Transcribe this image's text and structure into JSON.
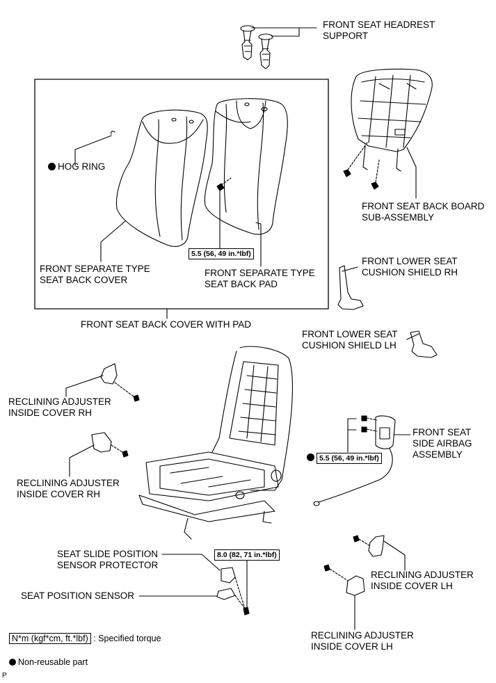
{
  "labels": {
    "headrest_support": [
      "FRONT SEAT HEADREST",
      "SUPPORT"
    ],
    "hog_ring": "HOG RING",
    "back_board": [
      "FRONT SEAT BACK BOARD",
      "SUB-ASSEMBLY"
    ],
    "separate_cover": [
      "FRONT SEPARATE TYPE",
      "SEAT BACK COVER"
    ],
    "separate_pad": [
      "FRONT SEPARATE TYPE",
      "SEAT BACK PAD"
    ],
    "lower_shield_rh": [
      "FRONT LOWER SEAT",
      "CUSHION SHIELD RH"
    ],
    "cover_with_pad": "FRONT SEAT BACK COVER WITH PAD",
    "lower_shield_lh": [
      "FRONT LOWER SEAT",
      "CUSHION SHIELD LH"
    ],
    "recl_rh_1": [
      "RECLINING ADJUSTER",
      "INSIDE COVER RH"
    ],
    "side_airbag": [
      "FRONT SEAT",
      "SIDE AIRBAG",
      "ASSEMBLY"
    ],
    "recl_rh_2": [
      "RECLINING ADJUSTER",
      "INSIDE COVER RH"
    ],
    "slide_protector": [
      "SEAT SLIDE POSITION",
      "SENSOR PROTECTOR"
    ],
    "position_sensor": "SEAT POSITION SENSOR",
    "recl_lh_1": [
      "RECLINING ADJUSTER",
      "INSIDE COVER LH"
    ],
    "recl_lh_2": [
      "RECLINING ADJUSTER",
      "INSIDE COVER LH"
    ]
  },
  "torques": {
    "pad": "5.5 (56, 49 in.*lbf)",
    "airbag": "5.5 (56, 49 in.*lbf)",
    "sensor": "8.0 (82, 71 in.*lbf)"
  },
  "legend": {
    "torque_unit": "N*m (kgf*cm, ft.*lbf)",
    "torque_desc": ": Specified torque",
    "non_reusable": "Non-reusable part"
  },
  "corner_mark": "P"
}
